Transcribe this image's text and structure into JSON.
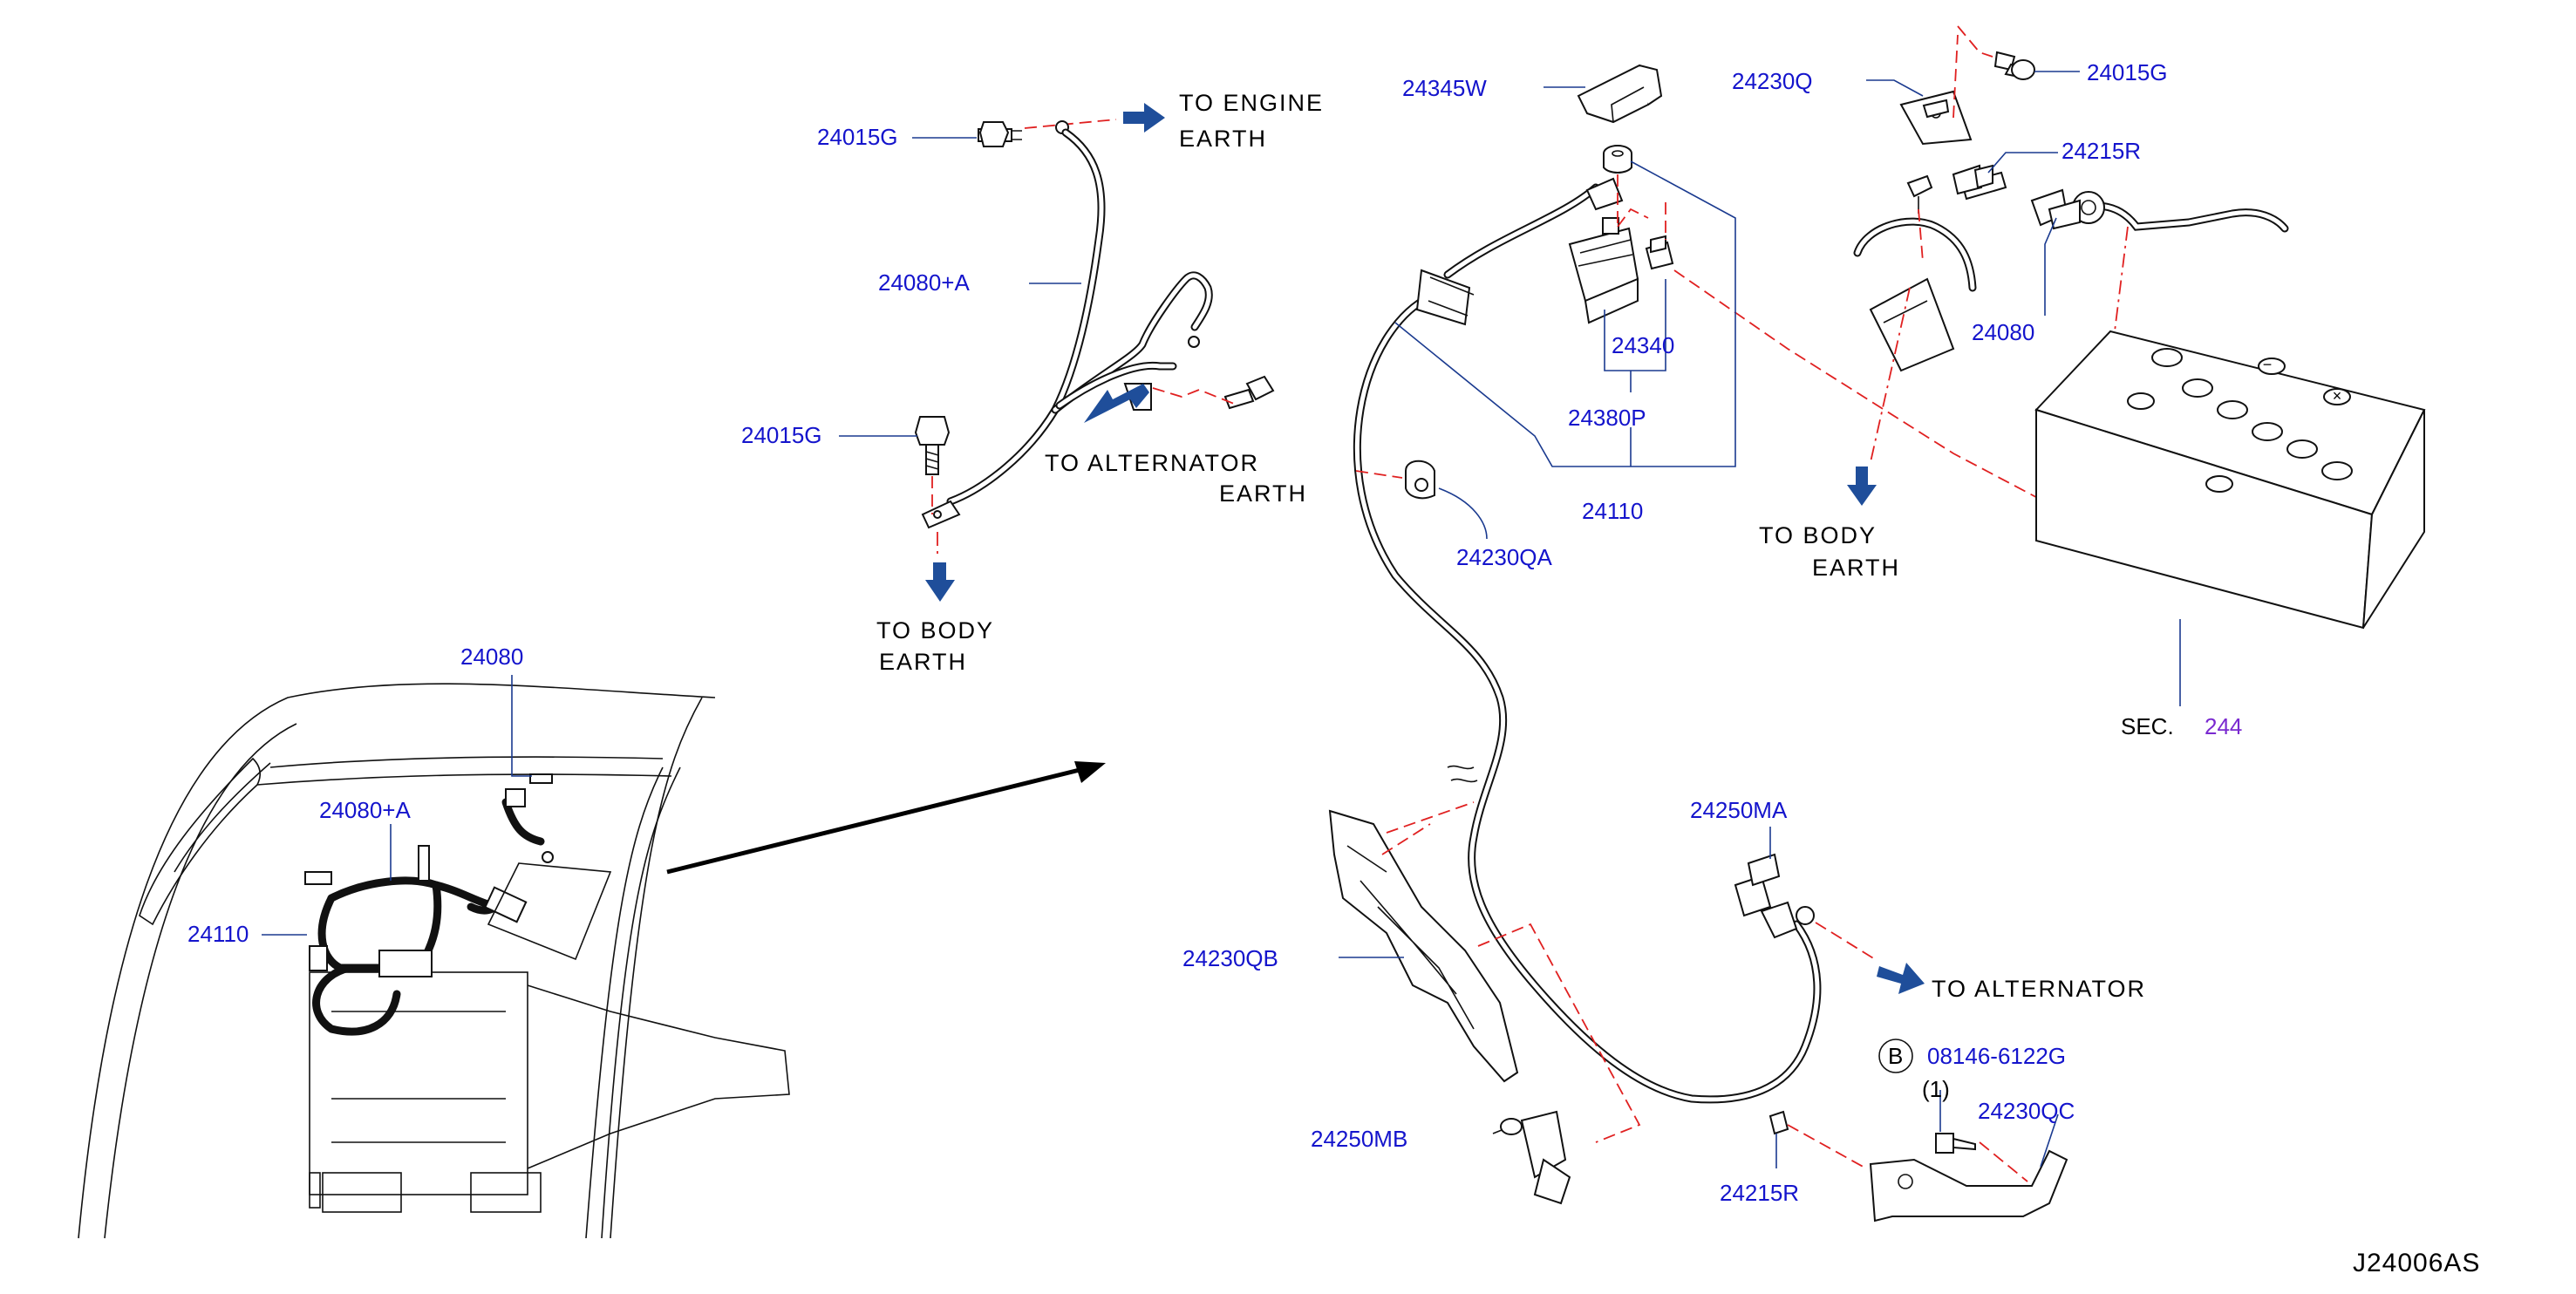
{
  "colors": {
    "part_number": "#1414cc",
    "leader_line": "#1a3a8f",
    "mating_line": "#e02020",
    "direction_arrow": "#1f4e9a",
    "section_ref": "#7a2ad0",
    "text": "#000000"
  },
  "labels": {
    "p24015G_top": "24015G",
    "p24080A_top": "24080+A",
    "p24015G_mid": "24015G",
    "p24345W": "24345W",
    "p24230Q": "24230Q",
    "p24015G_right": "24015G",
    "p24215R_top": "24215R",
    "p24340": "24340",
    "p24380P": "24380P",
    "p24110_main": "24110",
    "p24080_right": "24080",
    "p24230QA": "24230QA",
    "p24080_inset": "24080",
    "p24080A_inset": "24080+A",
    "p24110_inset": "24110",
    "p24250MA": "24250MA",
    "p24230QB": "24230QB",
    "p24250MB": "24250MB",
    "p24215R_bottom": "24215R",
    "p08146": "08146-6122G",
    "p24230QC": "24230QC"
  },
  "notes": {
    "engine_earth_1": "TO  ENGINE",
    "engine_earth_2": "EARTH",
    "alt_earth_1": "TO  ALTERNATOR",
    "alt_earth_2": "EARTH",
    "body_earth_left_1": "TO  BODY",
    "body_earth_left_2": "EARTH",
    "body_earth_right_1": "TO  BODY",
    "body_earth_right_2": "EARTH",
    "to_alternator": "TO  ALTERNATOR"
  },
  "refs": {
    "bolt_symbol": "B",
    "bolt_qty": "(1)",
    "sec_prefix": "SEC.",
    "sec_number": "244"
  },
  "diagram_code": "J24006AS"
}
